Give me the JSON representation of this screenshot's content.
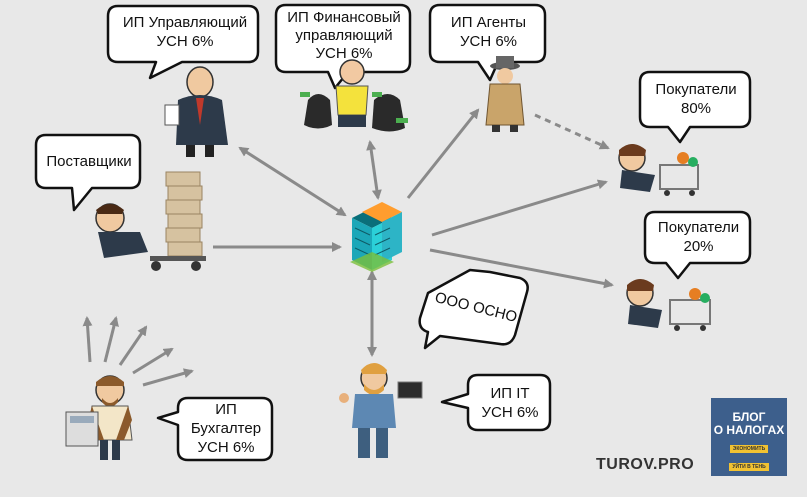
{
  "bubbles": {
    "manager": [
      "ИП Управляющий",
      "УСН 6%"
    ],
    "finance": [
      "ИП Финансовый",
      "управляющий",
      "УСН 6%"
    ],
    "agents": [
      "ИП Агенты",
      "УСН 6%"
    ],
    "buyers80": [
      "Покупатели",
      "80%"
    ],
    "suppliers": [
      "Поставщики"
    ],
    "buyers20": [
      "Покупатели",
      "20%"
    ],
    "ooo": "ООО ОСНО",
    "accountant": [
      "ИП",
      "Бухгалтер",
      "УСН 6%"
    ],
    "it": [
      "ИП IT",
      "УСН 6%"
    ]
  },
  "brand": "TUROV.PRO",
  "logo": {
    "line1": "БЛОГ",
    "line2": "О НАЛОГАХ",
    "tag1": "ЭКОНОМИТЬ",
    "tag2": "УЙТИ В ТЕНЬ"
  },
  "colors": {
    "background": "#e8e8e8",
    "arrow": "#8a8a8a",
    "logo_bg": "#3d5f8c",
    "logo_accent": "#f1c232"
  }
}
